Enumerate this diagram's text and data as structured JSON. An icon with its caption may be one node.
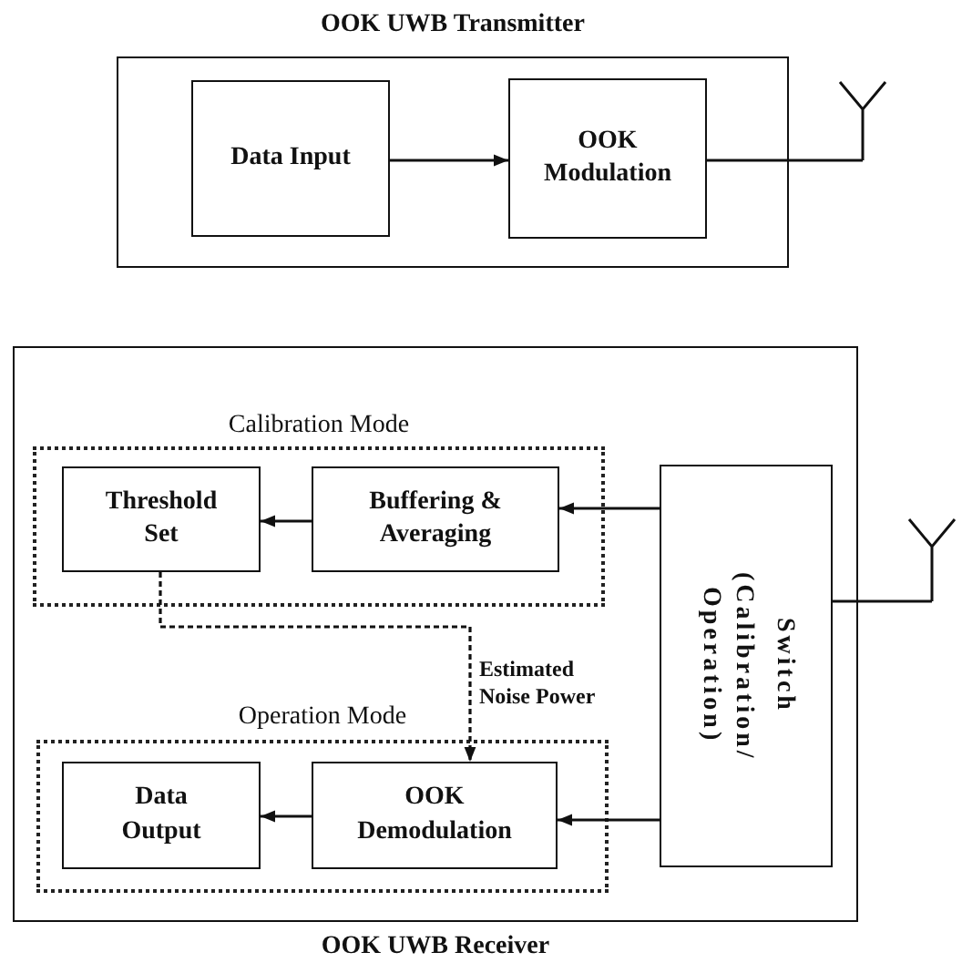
{
  "diagram": {
    "nodes": [
      {
        "text": [
          "OOK UWB Transmitter"
        ]
      },
      {
        "text": [
          "Data Input"
        ],
        "in": 0
      },
      {
        "text": [
          "OOK Modulation"
        ],
        "in": 0
      },
      {
        "text": [],
        "shape": "picture"
      },
      {
        "text": [
          "OOK UWB Receiver"
        ]
      },
      {
        "text": [
          "Calibration Mode"
        ],
        "in": 4
      },
      {
        "text": [
          "Threshold Set"
        ],
        "in": 5
      },
      {
        "text": [
          "Buffering & Averaging"
        ],
        "in": 5
      },
      {
        "text": [
          "Operation Mode"
        ],
        "in": 4
      },
      {
        "text": [
          "Data Output"
        ],
        "in": 8
      },
      {
        "text": [
          "OOK Demodulation"
        ],
        "in": 8
      },
      {
        "text": [
          "Switch",
          "(Calibration/ Operation)"
        ],
        "in": 4
      },
      {
        "text": [],
        "shape": "picture"
      }
    ],
    "edges": [
      {
        "from": 1,
        "to": 2,
        "arrow": "to"
      },
      {
        "from": 2,
        "to": 3,
        "arrow": "none"
      },
      {
        "from": 7,
        "to": 6,
        "arrow": "to"
      },
      {
        "from": 11,
        "to": 7,
        "arrow": "to"
      },
      {
        "from": 6,
        "to": 10,
        "arrow": "to",
        "style": "dashed",
        "label": "Estimated Noise Power"
      },
      {
        "from": 10,
        "to": 9,
        "arrow": "to"
      },
      {
        "from": 11,
        "to": 10,
        "arrow": "to"
      },
      {
        "from": 11,
        "to": 12,
        "arrow": "none"
      }
    ]
  }
}
